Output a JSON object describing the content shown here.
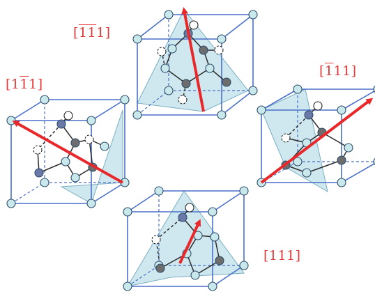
{
  "labels": [
    {
      "id": "top-left",
      "parts": [
        {
          "t": "[",
          "bar": false
        },
        {
          "t": "1",
          "bar": true
        },
        {
          "t": "1",
          "bar": true
        },
        {
          "t": "1]",
          "bar": false
        }
      ]
    },
    {
      "id": "left",
      "parts": [
        {
          "t": "[1",
          "bar": false
        },
        {
          "t": "1",
          "bar": true
        },
        {
          "t": "1]",
          "bar": false
        }
      ]
    },
    {
      "id": "right",
      "parts": [
        {
          "t": "[",
          "bar": false
        },
        {
          "t": "1",
          "bar": true
        },
        {
          "t": "11]",
          "bar": false
        }
      ]
    },
    {
      "id": "bottom",
      "parts": [
        {
          "t": "[111]",
          "bar": false
        }
      ]
    }
  ],
  "colors": {
    "arrow": "#e8282a",
    "label": "#e03a3a",
    "cube_edge": "#4a6fc8",
    "atom_light": "#c8e8ec",
    "atom_dark": "#6d6d6d",
    "atom_blue": "#6a78a8",
    "bond": "#2b2b2b",
    "plane_fill": "#b5dbe6"
  }
}
